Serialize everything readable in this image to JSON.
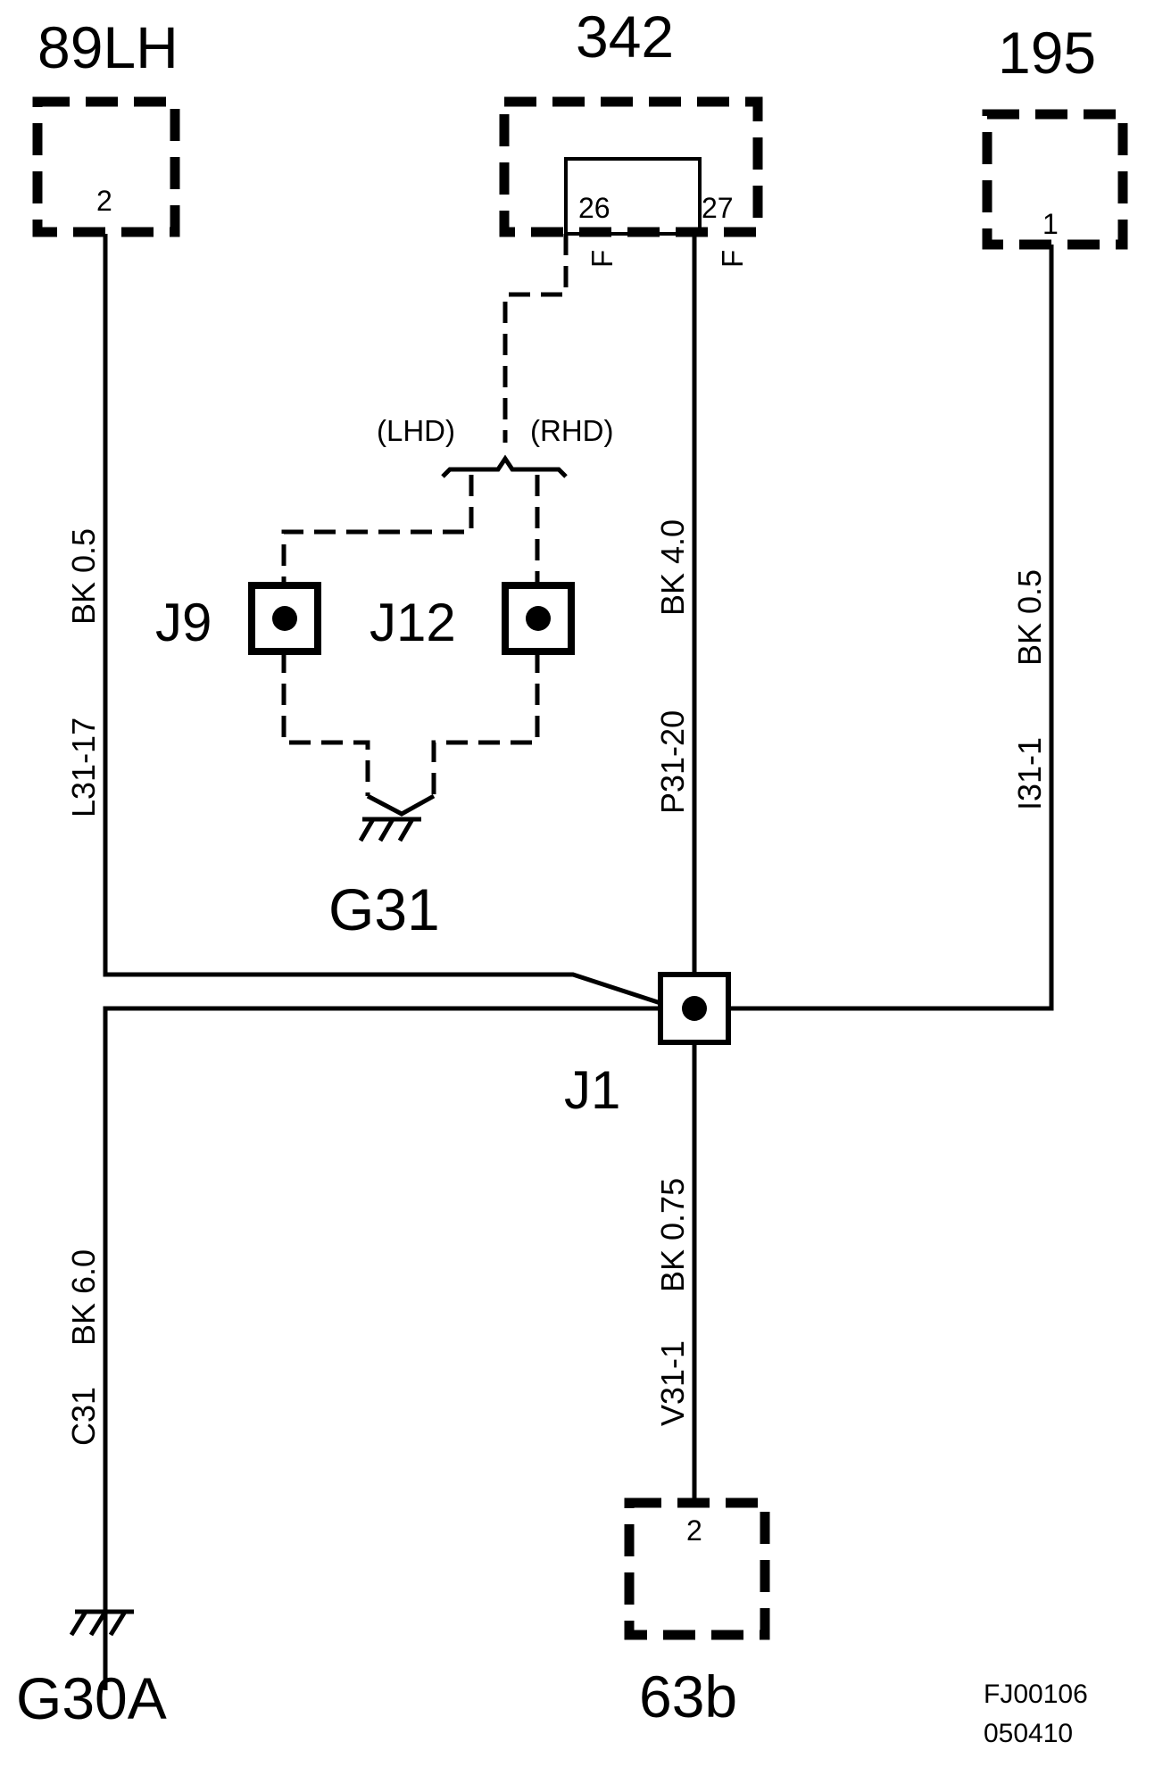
{
  "connectors": {
    "c89lh": {
      "label": "89LH",
      "pin": "2"
    },
    "c342": {
      "label": "342",
      "pin_a": "26",
      "pin_b": "27",
      "flag_a": "F",
      "flag_b": "F"
    },
    "c195": {
      "label": "195",
      "pin": "1"
    },
    "c63b": {
      "label": "63b",
      "pin": "2"
    }
  },
  "splices": {
    "j1": "J1",
    "j9": "J9",
    "j12": "J12"
  },
  "grounds": {
    "g31": "G31",
    "g30a": "G30A"
  },
  "variants": {
    "lhd": "(LHD)",
    "rhd": "(RHD)"
  },
  "wires": {
    "left_upper": {
      "circuit": "L31-17",
      "spec": "BK 0.5"
    },
    "center_upper": {
      "circuit": "P31-20",
      "spec": "BK  4.0"
    },
    "right_upper": {
      "circuit": "I31-1",
      "spec": "BK  0.5"
    },
    "left_lower": {
      "circuit": "C31",
      "spec": "BK  6.0"
    },
    "center_lower": {
      "circuit": "V31-1",
      "spec": "BK  0.75"
    }
  },
  "footer": {
    "code_1": "FJ00106",
    "code_2": "050410"
  }
}
